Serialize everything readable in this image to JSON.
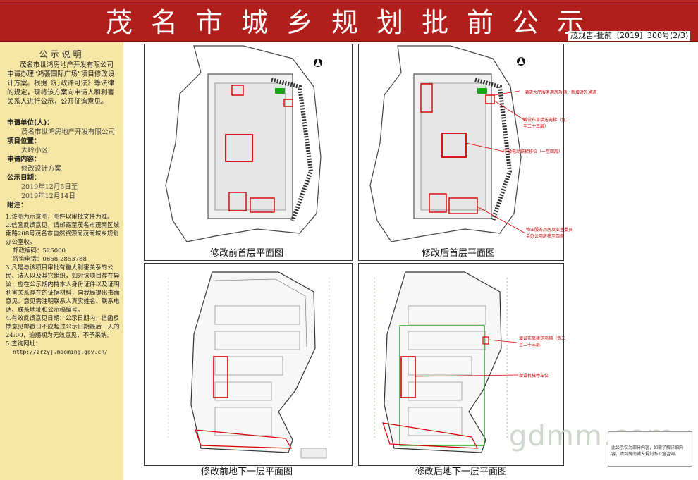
{
  "banner": {
    "title": "茂名市城乡规划批前公示",
    "doc_number": "茂规告-批前〔2019〕300号(2/3)"
  },
  "sidebar": {
    "notice_title": "公示说明",
    "notice_body": "茂名市世鸿房地产开发有限公司申请办理“鸿荟国际广场”项目修改设计方案。根据《行政许可法》等法律的规定，现将该方案向申请人和利害关系人进行公示，公开征询意见。",
    "applicant_label": "申请单位(人)：",
    "applicant_value": "茂名市世鸿房地产开发有限公司",
    "location_label": "项目位置：",
    "location_value": "大岭小区",
    "content_label": "申请内容：",
    "content_value": "修改设计方案",
    "dates_label": "公示日期：",
    "date_start": "2019年12月5日至",
    "date_end": "2019年12月14日",
    "notes_label": "附注：",
    "notes": [
      "1.该图为示意图，图件以审批文件为准。",
      "2.信函反馈意见，请邮寄至茂名市茂南区城南路208号茂名市自然资源局茂南城乡规划办公室收。",
      "邮政编码：525000",
      "咨询电话：0668-2853788",
      "3.凡是与该项目审批有重大利害关系的公民、法人以及其它组织，如对该项目存在异议，应在公示期内持本人身份证件以及证明利害关系存在的证据材料，向我局提出书面意见。意见需注明联系人真实姓名、联系电话、联系地址和公示稿编号。",
      "4.有效反馈意见日期：公示日期内，信函反馈意见邮戳日不应超过公示日期最后一天的24:00，逾期视为无效意见，不予采纳。",
      "5.查询网址：",
      "http://zrzyj.maoming.gov.cn/"
    ]
  },
  "panels": {
    "p1_caption": "修改前首层平面图",
    "p2_caption": "修改后首层平面图",
    "p3_caption": "修改前地下一层平面图",
    "p4_caption": "修改后地下一层平面图",
    "p2_notes": [
      "酒店大厅服务用房及梯，新增对外通道",
      "增设布草接送电梯（负二至二十三层）",
      "中级电动铁梯移位（一至四层）",
      "物业服务用房及业主委员会办公用房移至西侧"
    ],
    "p4_notes": [
      "增设布草接送电梯（负二至二十三层）",
      "增设机械停车位"
    ]
  },
  "watermark": "gdmm.com",
  "footnote": "此公示仅为部分内容，如需了解详细内容，请到茂南城乡规划办公室咨询。",
  "colors": {
    "banner_red": "#b01f1c",
    "sidebar_yellow": "#f7e7a7",
    "highlight_red": "#d40000",
    "highlight_green": "#1fa31f"
  }
}
